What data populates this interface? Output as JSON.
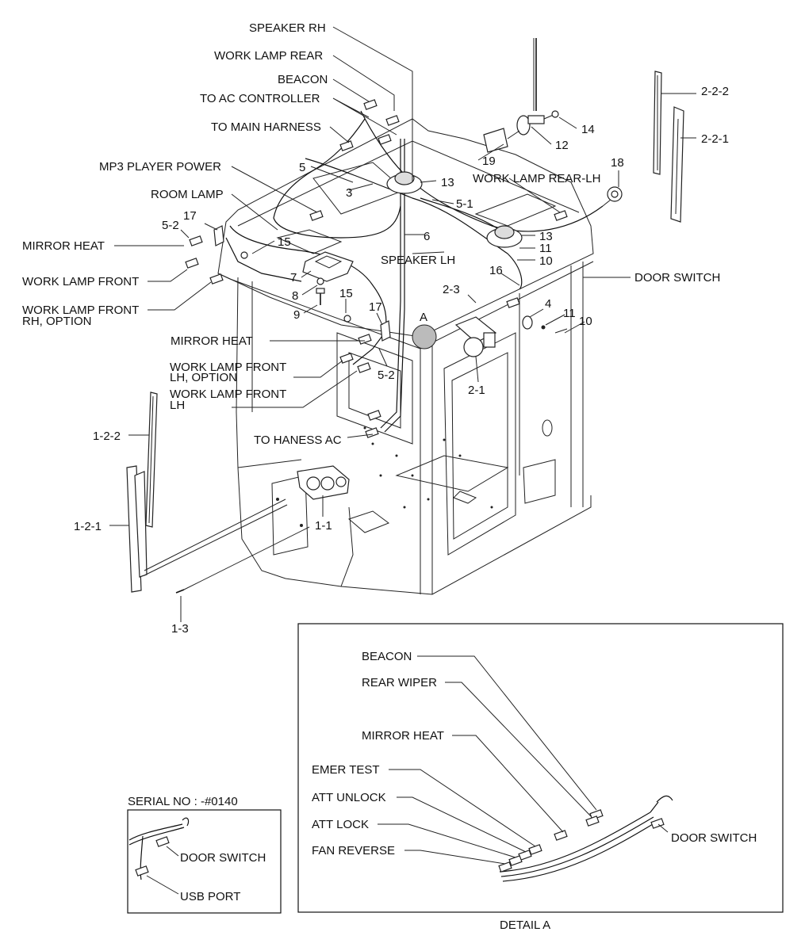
{
  "labels": {
    "speaker_rh": "SPEAKER RH",
    "work_lamp_rear": "WORK LAMP REAR",
    "beacon": "BEACON",
    "to_ac_controller": "TO AC CONTROLLER",
    "to_main_harness": "TO MAIN HARNESS",
    "mp3_player_power": "MP3 PLAYER POWER",
    "room_lamp": "ROOM LAMP",
    "mirror_heat_left": "MIRROR HEAT",
    "work_lamp_front": "WORK LAMP FRONT",
    "work_lamp_front_rh_1": "WORK LAMP FRONT",
    "work_lamp_front_rh_2": "RH, OPTION",
    "mirror_heat_mid": "MIRROR HEAT",
    "work_lamp_front_lh_opt_1": "WORK LAMP FRONT",
    "work_lamp_front_lh_opt_2": "LH, OPTION",
    "work_lamp_front_lh_1": "WORK LAMP FRONT",
    "work_lamp_front_lh_2": "LH",
    "to_hanes_ac": "TO HANESS AC",
    "speaker_lh": "SPEAKER LH",
    "work_lamp_rear_lh": "WORK LAMP REAR-LH",
    "door_switch_main": "DOOR SWITCH",
    "detail_marker": "A"
  },
  "part_numbers": {
    "p_2_2_2": "2-2-2",
    "p_2_2_1": "2-2-1",
    "p_14": "14",
    "p_12": "12",
    "p_19": "19",
    "p_18": "18",
    "p_13_top": "13",
    "p_13_mid": "13",
    "p_11_a": "11",
    "p_10_a": "10",
    "p_16": "16",
    "p_4": "4",
    "p_11_b": "11",
    "p_10_b": "10",
    "p_5": "5",
    "p_3": "3",
    "p_5_1": "5-1",
    "p_6": "6",
    "p_17_a": "17",
    "p_5_2_a": "5-2",
    "p_15_a": "15",
    "p_7": "7",
    "p_8": "8",
    "p_9": "9",
    "p_15_b": "15",
    "p_17_b": "17",
    "p_5_2_b": "5-2",
    "p_2_3": "2-3",
    "p_2_1": "2-1",
    "p_1_2_2": "1-2-2",
    "p_1_2_1": "1-2-1",
    "p_1_1": "1-1",
    "p_1_3": "1-3"
  },
  "detail_a": {
    "beacon": "BEACON",
    "rear_wiper": "REAR WIPER",
    "mirror_heat": "MIRROR HEAT",
    "emer_test": "EMER TEST",
    "att_unlock": "ATT UNLOCK",
    "att_lock": "ATT LOCK",
    "fan_reverse": "FAN REVERSE",
    "door_switch": "DOOR SWITCH",
    "caption": "DETAIL A"
  },
  "serial_box": {
    "title": "SERIAL NO : -#0140",
    "door_switch": "DOOR SWITCH",
    "usb_port": "USB PORT"
  }
}
